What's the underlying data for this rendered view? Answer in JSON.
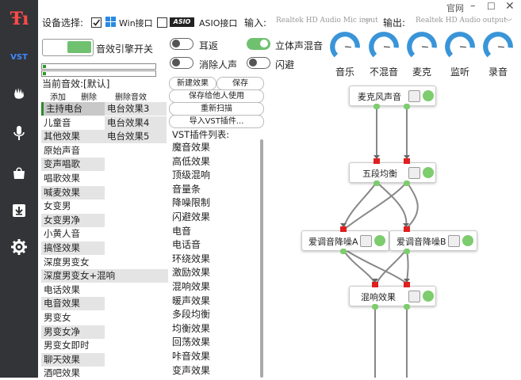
{
  "titlebar": {
    "official_label": "官网"
  },
  "top": {
    "device_select_label": "设备选择:",
    "win_label": "Win接口",
    "win_checked": true,
    "asio_label": "ASIO接口",
    "asio_checked": false,
    "input_label": "输入:",
    "input_value": "Realtek HD Audio Mic input",
    "output_label": "输出:",
    "output_value": "Realtek HD Audio output"
  },
  "engine": {
    "switch_label": "音效引擎开关",
    "on": true
  },
  "toggles": [
    {
      "label": "耳返",
      "on": false
    },
    {
      "label": "立体声混音",
      "on": true
    },
    {
      "label": "消除人声",
      "on": false
    },
    {
      "label": "闪避",
      "on": false
    }
  ],
  "knobs": [
    {
      "label": "音乐",
      "level": 0.85
    },
    {
      "label": "不混音",
      "level": 0.85
    },
    {
      "label": "麦克",
      "level": 0.85
    },
    {
      "label": "监听",
      "level": 0.85
    },
    {
      "label": "录音",
      "level": 0.85
    }
  ],
  "meters": [
    {
      "level": 0.03
    },
    {
      "level": 0.03
    }
  ],
  "current_effect": {
    "label": "当前音效:[默认]"
  },
  "effect_actions": {
    "add": "添加",
    "delete": "删除",
    "delete_effect": "删除音效"
  },
  "left_list": [
    "主持电台",
    "儿童音",
    "其他效果",
    "原始声音",
    "变声唱歌",
    "唱歌效果",
    "喊麦效果",
    "女变男",
    "女变男净",
    "小黄人音",
    "搞怪效果",
    "深度男变女",
    "深度男变女+混响",
    "电话效果",
    "电音效果",
    "男变女",
    "男变女净",
    "男变女即时",
    "聊天效果",
    "酒吧效果"
  ],
  "mid_list": [
    "电台效果3",
    "电台效果4",
    "电台效果5"
  ],
  "vst_buttons": {
    "new_effect": "新建效果",
    "save": "保存",
    "save_for_others": "保存给他人使用",
    "rescan": "重新扫描",
    "import_vst": "导入VST插件..."
  },
  "vst_list_title": "VST插件列表:",
  "vst_list": [
    "魔音效果",
    "高低效果",
    "顶级混响",
    "音量条",
    "降噪限制",
    "闪避效果",
    "电音",
    "电话音",
    "环绕效果",
    "激励效果",
    "混响效果",
    "暖声效果",
    "多段均衡",
    "均衡效果",
    "回荡效果",
    "咔音效果",
    "变声效果"
  ],
  "graph": {
    "nodes": [
      {
        "id": "mic",
        "label": "麦克风声音"
      },
      {
        "id": "eq5",
        "label": "五段均衡"
      },
      {
        "id": "nra",
        "label": "爱调音降噪A"
      },
      {
        "id": "nrb",
        "label": "爱调音降噪B"
      },
      {
        "id": "reverb",
        "label": "混响效果"
      }
    ]
  },
  "colors": {
    "sidebar_bg": "#333438",
    "accent_green": "#6fc16f",
    "port_red": "#e02020",
    "knob_blue": "#3a95d8"
  }
}
